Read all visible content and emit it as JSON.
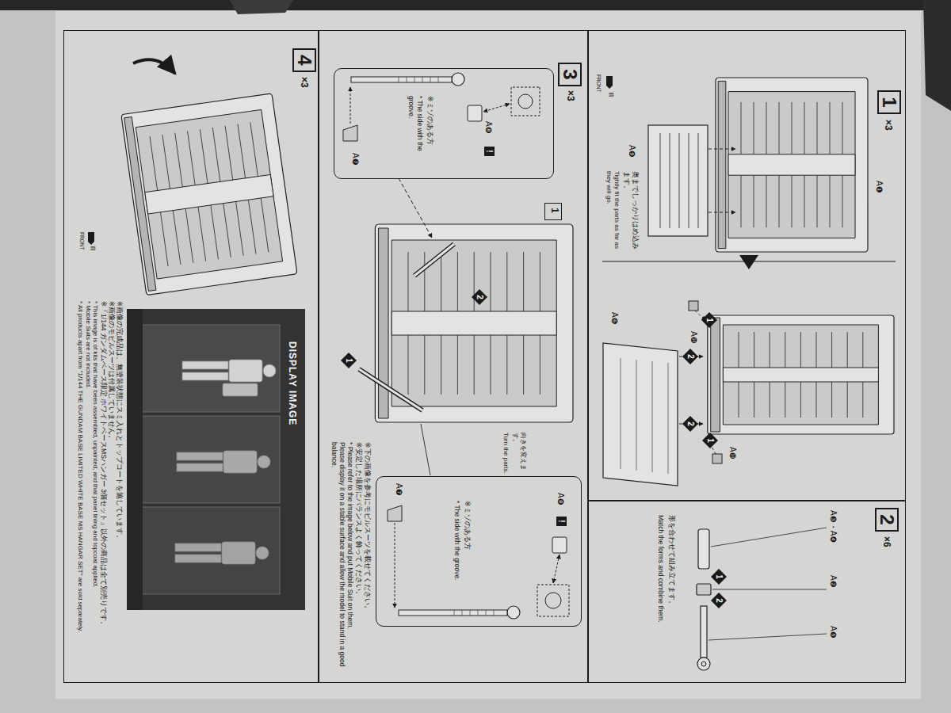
{
  "diagram": {
    "nodes": [
      {
        "text": [
          "1",
          "×3"
        ]
      },
      {
        "text": [
          "2",
          "×6"
        ]
      },
      {
        "text": [
          "3",
          "×3"
        ]
      },
      {
        "text": [
          "A❽",
          "!",
          "※ミゾのある方",
          "* The side with the groove.",
          "A❼"
        ],
        "in": 2
      },
      {
        "text": [
          "1"
        ],
        "in": 2
      },
      {
        "text": [
          "A❽",
          "!",
          "※ミゾのある方",
          "* The side with the groove.",
          "A❼"
        ],
        "in": 2
      },
      {
        "text": [
          "4",
          "×3"
        ]
      },
      {
        "text": [
          "DISPLAY IMAGE"
        ],
        "in": 6
      }
    ],
    "labels": [
      "A❶",
      "A❾",
      "奥までしっかりはめ込みます。",
      "Tightly fit the parts as far as they will go.",
      "前",
      "FRONT",
      "A❿",
      "A❻",
      "A❿",
      "1",
      "2",
      "2",
      "1",
      "A❸・A❹",
      "A❷",
      "A❺",
      "1",
      "2",
      "形を合わせて組み立てます。",
      "Match the forms and combine them.",
      "1",
      "2",
      "向きを変えます。",
      "Turn the parts.",
      "※下の画像を参考にモビルスーツを載せてください。",
      "※安定した場所にバランスよく飾ってください。",
      "* Please refer to the image below and put Mobile Suit on them.",
      "Please display it on a stable surface and allow the model to stand in a good balance.",
      "前",
      "FRONT",
      "※画像の完成品は、無塗装状態にスミ入れとトップコートを施しています。",
      "※画像のモビルスーツは付属していません。",
      "※「1/144 ガンダムベース限定 ホワイトベースMSハンガー 3個セット」以外の商品は全て別売りです。",
      "* This image is of kits that have been assembled, unpainted, and that panel lining and topcoat applied.",
      "* Mobile Suits are not included.",
      "* All products apart from \"1/144 THE GUNDAM BASE LIMITED WHITE BASE MS HANGAR SET\" are sold separately."
    ]
  }
}
